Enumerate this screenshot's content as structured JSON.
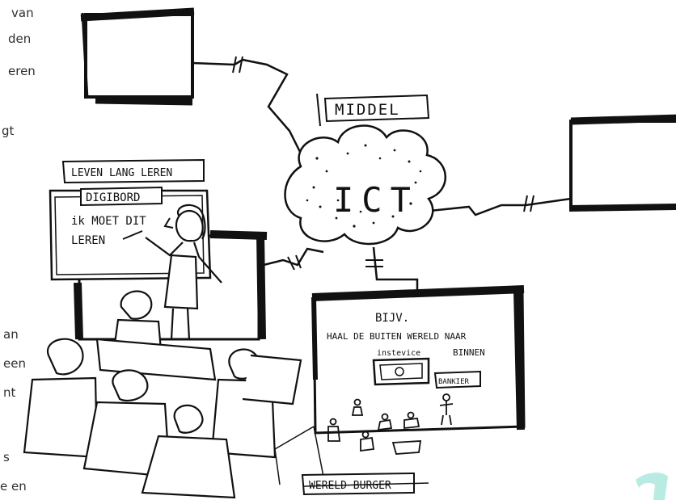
{
  "left_text_fragments": [
    "van",
    "den",
    "eren",
    "gt",
    "an",
    "een",
    "nt",
    "s",
    "e en"
  ],
  "labels": {
    "middel": "MIDDEL",
    "ict": "ICT",
    "leven_lang_leren": "LEVEN LANG LEREN",
    "digibord": "DIGIBORD",
    "board_line1": "ik MOET DIT",
    "board_line2": "LEREN",
    "example_title": "BIJV.",
    "example_line1": "HAAL DE BUITEN WERELD NAAR",
    "example_line2": "BINNEN",
    "instevice": "instevice",
    "bankier": "BANKIER",
    "wereld_burger": "WERELD BURGER"
  },
  "colors": {
    "ink": "#111111",
    "accent_teal": "#b8ebe2"
  }
}
